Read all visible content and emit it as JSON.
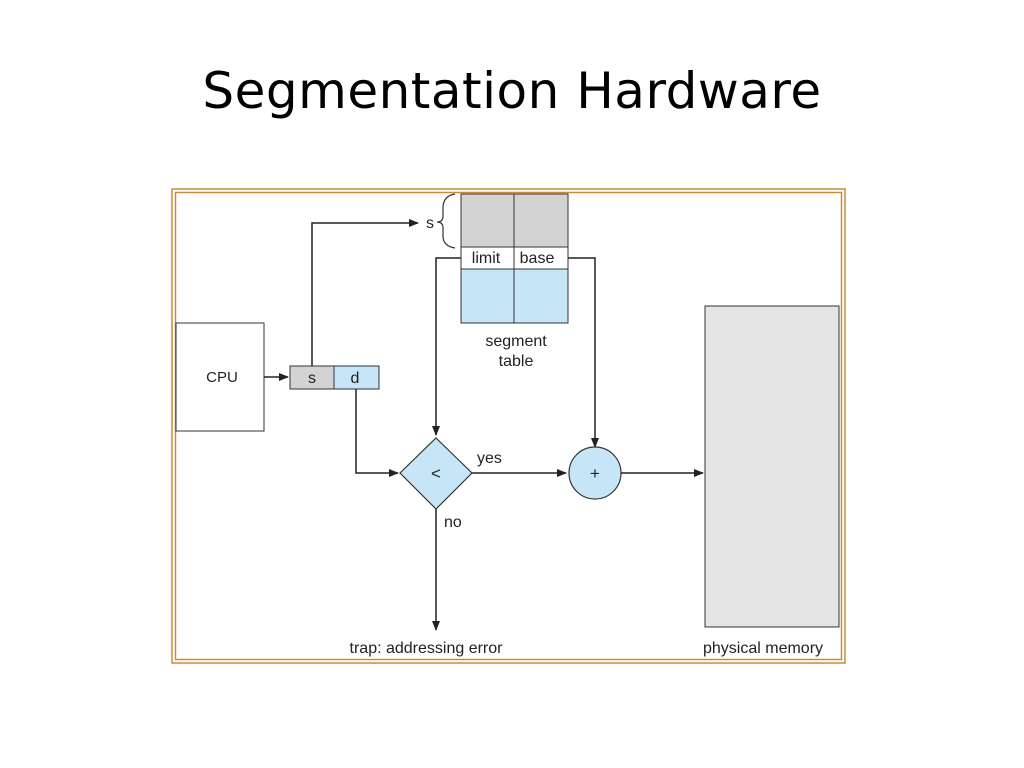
{
  "slide": {
    "title": "Segmentation Hardware"
  },
  "diagram": {
    "cpu_label": "CPU",
    "address": {
      "segment_label": "s",
      "offset_label": "d"
    },
    "table_index_label": "s",
    "segment_table": {
      "limit_label": "limit",
      "base_label": "base",
      "caption_line1": "segment",
      "caption_line2": "table"
    },
    "comparator_label": "<",
    "adder_label": "+",
    "yes_label": "yes",
    "no_label": "no",
    "trap_label": "trap: addressing error",
    "memory_label": "physical memory",
    "colors": {
      "frame": "#c98a3a",
      "light_blue": "#c6e6f8",
      "gray": "#d3d3d3",
      "memory": "#e4e4e4",
      "line": "#222222"
    }
  }
}
